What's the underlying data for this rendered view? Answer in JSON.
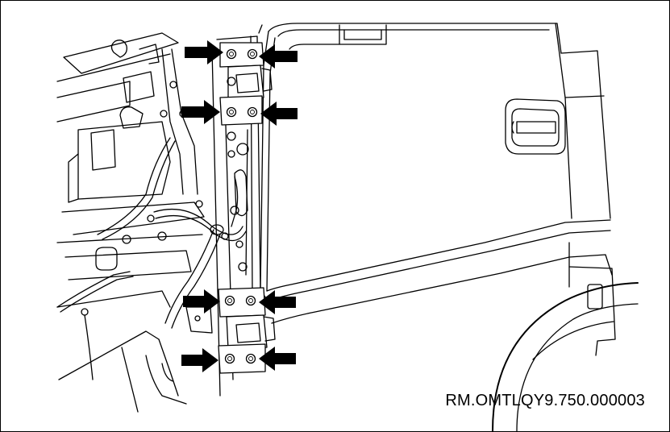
{
  "figure": {
    "reference_code": "RM.OMTLQY9.750.000003",
    "subject": "door hinge mounting bolts",
    "arrow_count": 8,
    "colors": {
      "line": "#000000",
      "background": "#ffffff"
    }
  }
}
